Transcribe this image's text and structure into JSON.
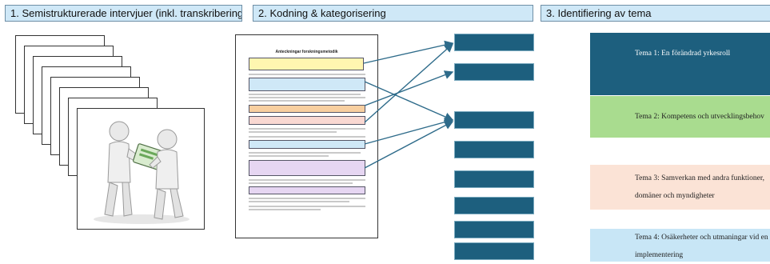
{
  "steps": [
    {
      "label": "1. Semistrukturerade intervjuer (inkl. transkribering)"
    },
    {
      "label": "2. Kodning & kategorisering"
    },
    {
      "label": "3. Identifiering av tema"
    }
  ],
  "document": {
    "title": "Anteckningar forskningsmetodik"
  },
  "themes": [
    {
      "label": "Tema 1: En förändrad yrkesroll",
      "color": "#1d5f7e",
      "text_color": "#ffffff"
    },
    {
      "label": "Tema 2: Kompetens och utvecklingsbehov",
      "color": "#a9dc8f",
      "text_color": "#222222"
    },
    {
      "label": "Tema 3: Samverkan med andra funktioner, domäner och myndigheter",
      "color": "#fbe3d6",
      "text_color": "#222222"
    },
    {
      "label": "Tema 4: Osäkerheter och utmaningar vid en implementering",
      "color": "#c8e6f6",
      "text_color": "#222222"
    }
  ],
  "colors": {
    "header_fill": "#cfe8f7",
    "code_fill": "#1d5f7e",
    "arrow": "#2e6b8a",
    "highlight_yellow": "#fff6b0",
    "highlight_blue": "#cfe8f7",
    "highlight_orange": "#f8cfa0",
    "highlight_pink": "#f9d8d2",
    "highlight_purple": "#e6d6f2"
  }
}
